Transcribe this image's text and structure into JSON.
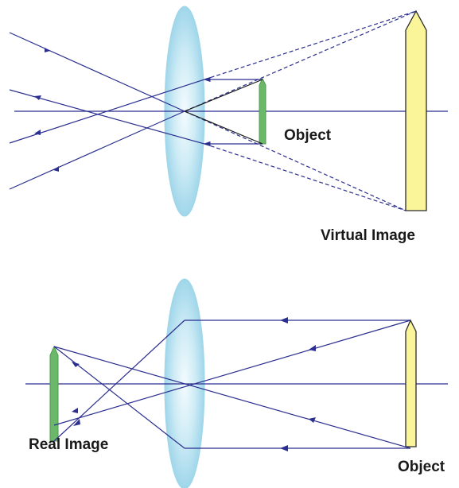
{
  "diagrams": [
    {
      "label_object": "Object",
      "label_image": "Virtual Image"
    },
    {
      "label_object": "Object",
      "label_image": "Real Image"
    }
  ],
  "colors": {
    "ray": "#2b2f8f",
    "lens_fill": "#bfe6f2",
    "lens_edge": "#8fd0e6",
    "object_fill": "#6cb86a",
    "image_fill": "#fbf59a",
    "image_edge": "#333333"
  },
  "icons": [
    "converging-lens",
    "object-arrow",
    "image-arrow"
  ]
}
